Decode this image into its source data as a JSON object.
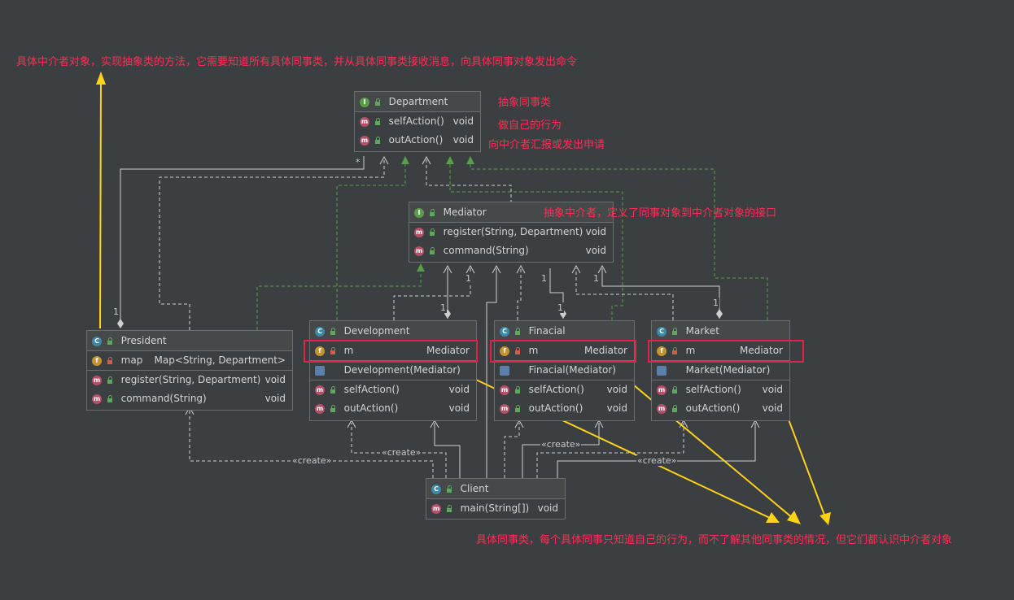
{
  "notes": {
    "top": "具体中介者对象，实现抽象类的方法，它需要知道所有具体同事类，并从具体同事类接收消息，向具体同事对象发出命令",
    "abstract_colleague": "抽象同事类",
    "own_behavior": "做自己的行为",
    "report": "向中介者汇报或发出申请",
    "abstract_mediator": "抽象中介者，定义了同事对象到中介者对象的接口",
    "bottom": "具体同事类，每个具体同事只知道自己的行为，而不了解其他同事类的情况，但它们都认识中介者对象"
  },
  "classes": {
    "department": {
      "badge": "I",
      "name": "Department",
      "methods": [
        {
          "badge": "m",
          "name": "selfAction()",
          "type": "void"
        },
        {
          "badge": "m",
          "name": "outAction()",
          "type": "void"
        }
      ]
    },
    "mediator": {
      "badge": "I",
      "name": "Mediator",
      "methods": [
        {
          "badge": "m",
          "name": "register(String, Department)",
          "type": "void"
        },
        {
          "badge": "m",
          "name": "command(String)",
          "type": "void"
        }
      ]
    },
    "president": {
      "badge": "C",
      "name": "President",
      "field": {
        "badge": "f",
        "name": "map",
        "type": "Map<String, Department>"
      },
      "methods": [
        {
          "badge": "m",
          "name": "register(String, Department)",
          "type": "void"
        },
        {
          "badge": "m",
          "name": "command(String)",
          "type": "void"
        }
      ]
    },
    "development": {
      "badge": "C",
      "name": "Development",
      "field": {
        "badge": "f",
        "name": "m",
        "type": "Mediator"
      },
      "constructor": "Development(Mediator)",
      "methods": [
        {
          "badge": "m",
          "name": "selfAction()",
          "type": "void"
        },
        {
          "badge": "m",
          "name": "outAction()",
          "type": "void"
        }
      ]
    },
    "finacial": {
      "badge": "C",
      "name": "Finacial",
      "field": {
        "badge": "f",
        "name": "m",
        "type": "Mediator"
      },
      "constructor": "Finacial(Mediator)",
      "methods": [
        {
          "badge": "m",
          "name": "selfAction()",
          "type": "void"
        },
        {
          "badge": "m",
          "name": "outAction()",
          "type": "void"
        }
      ]
    },
    "market": {
      "badge": "C",
      "name": "Market",
      "field": {
        "badge": "f",
        "name": "m",
        "type": "Mediator"
      },
      "constructor": "Market(Mediator)",
      "methods": [
        {
          "badge": "m",
          "name": "selfAction()",
          "type": "void"
        },
        {
          "badge": "m",
          "name": "outAction()",
          "type": "void"
        }
      ]
    },
    "client": {
      "badge": "C",
      "name": "Client",
      "methods": [
        {
          "badge": "m",
          "name": "main(String[])",
          "type": "void"
        }
      ]
    }
  },
  "edge_labels": {
    "create": "«create»",
    "one": "1",
    "many": "*"
  },
  "colors": {
    "note": "#ff2d55",
    "highlight": "#e0234a",
    "arrow_yellow": "#ffd21a",
    "realization": "#5c9c4a",
    "line": "#cfcfcf"
  }
}
